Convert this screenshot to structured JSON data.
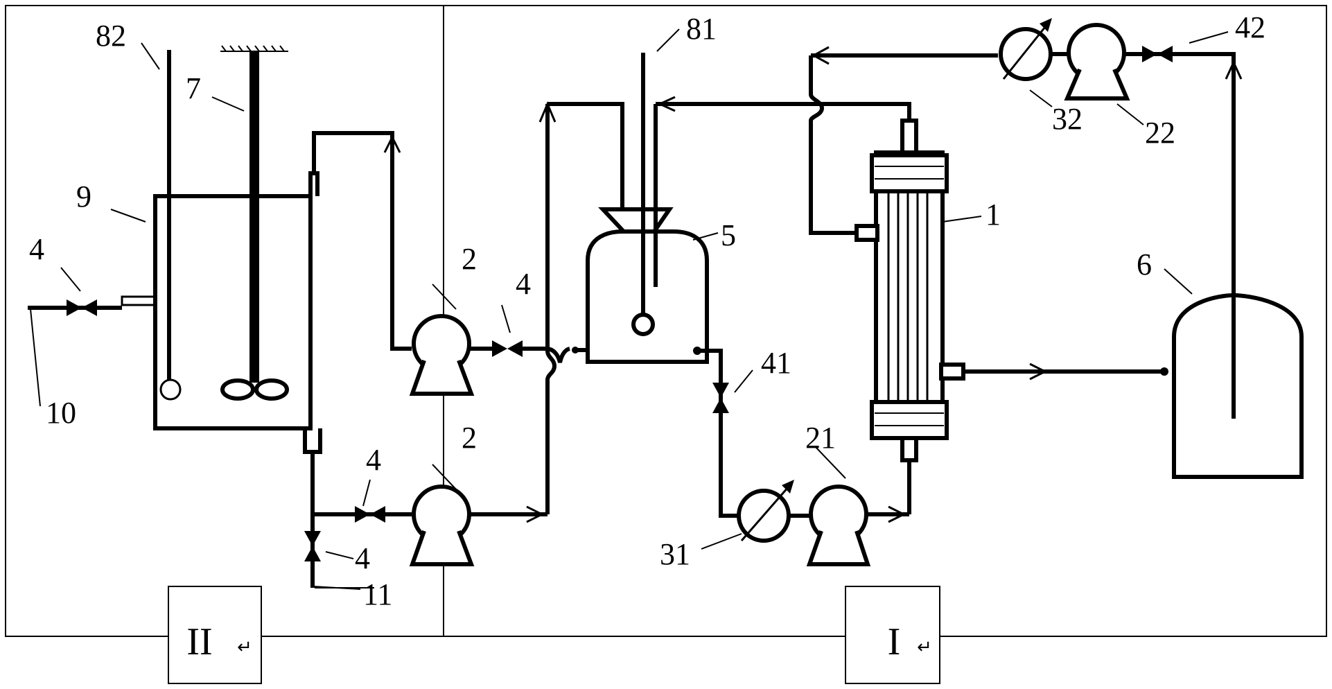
{
  "labels": {
    "n82": "82",
    "n7": "7",
    "n9": "9",
    "n4a": "4",
    "n10": "10",
    "n2a": "2",
    "n4b": "4",
    "n2b": "2",
    "n4c": "4",
    "n4d": "4",
    "n11": "11",
    "n81": "81",
    "n5": "5",
    "n41": "41",
    "n31": "31",
    "n21": "21",
    "n1": "1",
    "n32": "32",
    "n22": "22",
    "n42": "42",
    "n6": "6"
  },
  "zones": {
    "zone_two": "II",
    "zone_one": "I",
    "return_mark": "↵"
  },
  "icons": {
    "pump": "pump-icon",
    "valve": "valve-icon",
    "flowmeter": "flowmeter-icon",
    "stirrer": "stirrer-icon"
  }
}
